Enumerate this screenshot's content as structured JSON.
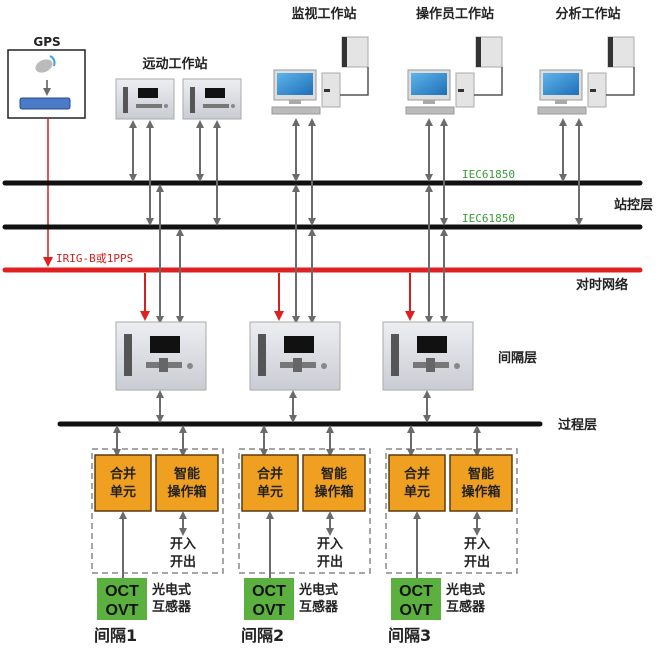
{
  "gps": {
    "label": "GPS"
  },
  "workstations": {
    "remote": "远动工作站",
    "monitor": "监视工作站",
    "operator": "操作员工作站",
    "analysis": "分析工作站"
  },
  "networks": {
    "protocol_1": "IEC61850",
    "protocol_2": "IEC61850",
    "timing_signal": "IRIG-B或1PPS"
  },
  "layers": {
    "station": "站控层",
    "timing": "对时网络",
    "bay": "间隔层",
    "process": "过程层"
  },
  "bays": [
    {
      "name": "间隔1",
      "merging_unit": [
        "合并",
        "单元"
      ],
      "smart_box": [
        "智能",
        "操作箱"
      ],
      "io": [
        "开入",
        "开出"
      ],
      "sensor": [
        "OCT",
        "OVT"
      ],
      "sensor_desc": [
        "光电式",
        "互感器"
      ]
    },
    {
      "name": "间隔2",
      "merging_unit": [
        "合并",
        "单元"
      ],
      "smart_box": [
        "智能",
        "操作箱"
      ],
      "io": [
        "开入",
        "开出"
      ],
      "sensor": [
        "OCT",
        "OVT"
      ],
      "sensor_desc": [
        "光电式",
        "互感器"
      ]
    },
    {
      "name": "间隔3",
      "merging_unit": [
        "合并",
        "单元"
      ],
      "smart_box": [
        "智能",
        "操作箱"
      ],
      "io": [
        "开入",
        "开出"
      ],
      "sensor": [
        "OCT",
        "OVT"
      ],
      "sensor_desc": [
        "光电式",
        "互感器"
      ]
    }
  ],
  "colors": {
    "bus": "#111111",
    "timing": "#e02020",
    "arrow": "#6b6b6b",
    "box": "#f0a020",
    "sensor": "#5cb040",
    "protocol": "#3a9a3a"
  }
}
